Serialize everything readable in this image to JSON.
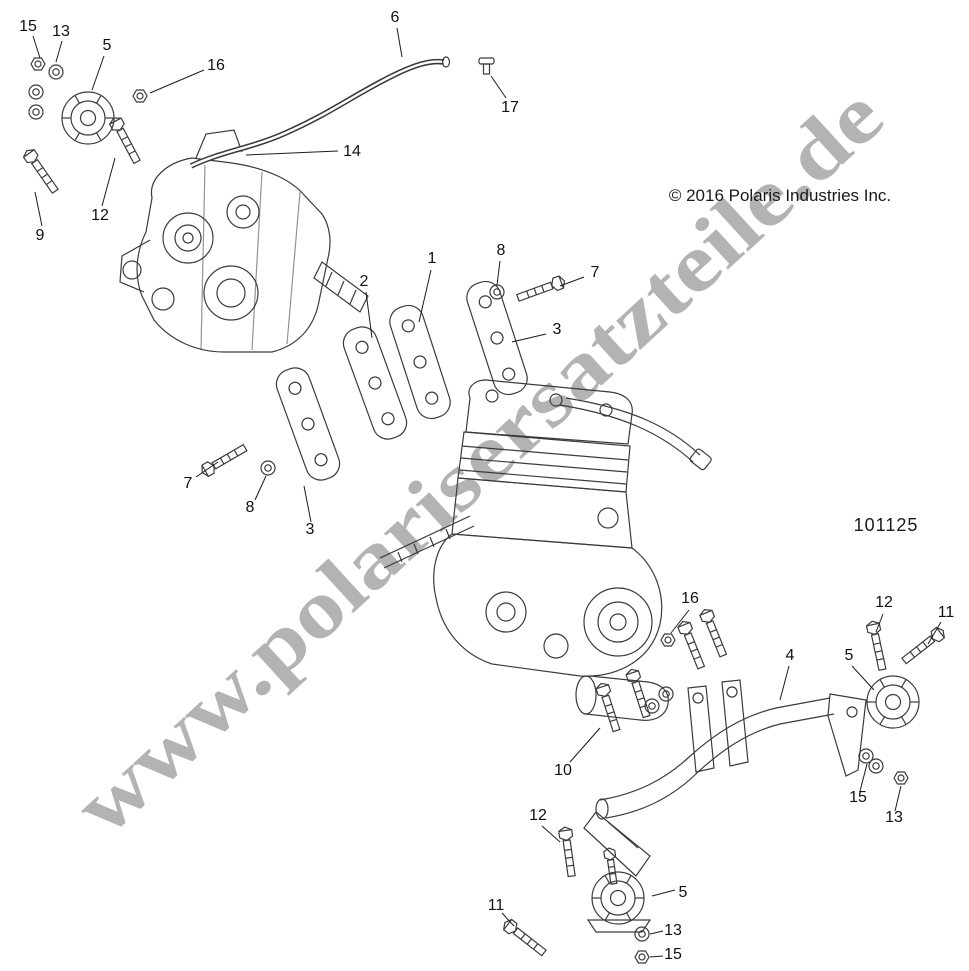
{
  "watermark": {
    "text": "www.polarisersatzteile.de"
  },
  "header": {
    "copyright": "© 2016 Polaris Industries Inc."
  },
  "diagram": {
    "part_number": "101125"
  },
  "callouts": [
    {
      "label": "15"
    },
    {
      "label": "13"
    },
    {
      "label": "5"
    },
    {
      "label": "16"
    },
    {
      "label": "6"
    },
    {
      "label": "17"
    },
    {
      "label": "14"
    },
    {
      "label": "12"
    },
    {
      "label": "9"
    },
    {
      "label": "2"
    },
    {
      "label": "1"
    },
    {
      "label": "8"
    },
    {
      "label": "7"
    },
    {
      "label": "3"
    },
    {
      "label": "7"
    },
    {
      "label": "8"
    },
    {
      "label": "3"
    },
    {
      "label": "16"
    },
    {
      "label": "12"
    },
    {
      "label": "11"
    },
    {
      "label": "4"
    },
    {
      "label": "5"
    },
    {
      "label": "10"
    },
    {
      "label": "15"
    },
    {
      "label": "13"
    },
    {
      "label": "12"
    },
    {
      "label": "5"
    },
    {
      "label": "11"
    },
    {
      "label": "13"
    },
    {
      "label": "15"
    }
  ]
}
